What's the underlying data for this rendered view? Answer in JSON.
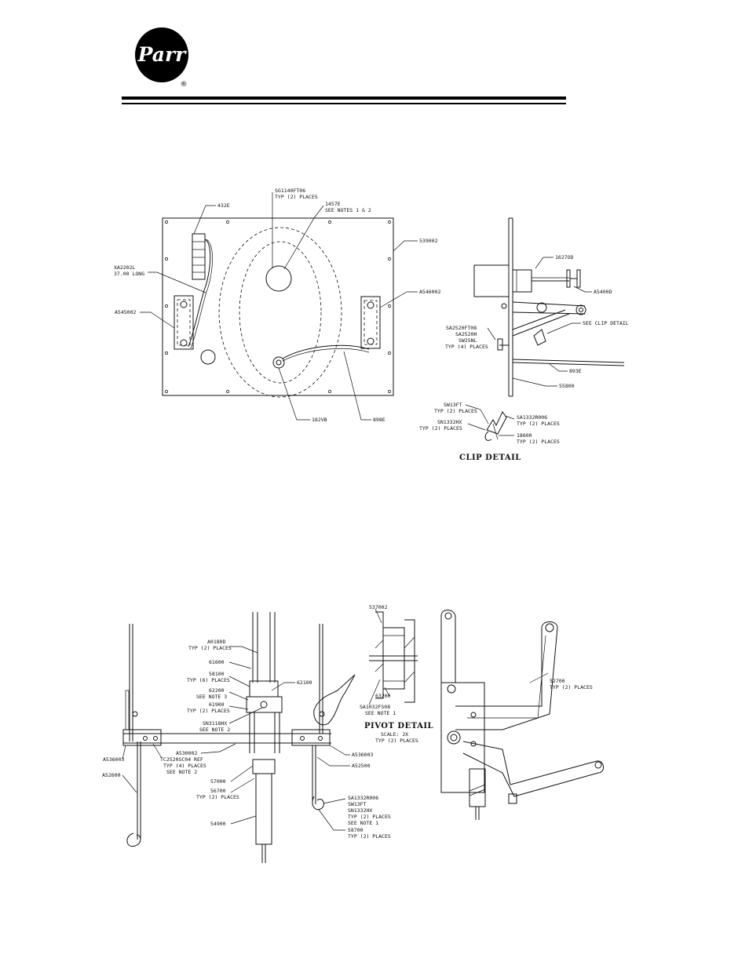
{
  "header": {
    "logo_text": "Parr",
    "logo_mark": "®"
  },
  "drawing_top": {
    "labels": {
      "l432e": "432E",
      "sg1140": "SG1140FT06",
      "sg1140b": "TYP (2) PLACES",
      "l1457e": "1457E",
      "l1457eb": "SEE NOTES 1 & 2",
      "l539002": "539002",
      "xa2202l": "XA2202L",
      "xa2202lb": "37.00 LONG",
      "a546002": "A546002",
      "a545002": "A545002",
      "l182vb": "182VB",
      "l898e": "898E",
      "l1627od": "1627OD",
      "a5400d": "A5400D",
      "see_clip": "SEE CLIP DETAIL",
      "sa2520ft08": "SA2520FT08",
      "sa2520h": "SA2520H",
      "sw25nl": "SW25NL",
      "typ4": "TYP (4) PLACES",
      "l893e": "893E",
      "l55800": "55800",
      "sw13ft": "SW13FT",
      "sw13ftb": "TYP (2) PLACES",
      "sn1332hx": "SN1332HX",
      "sn1332hxb": "TYP (2) PLACES",
      "sa1332r006": "SA1332R006",
      "sa1332r006b": "TYP (2) PLACES",
      "l18600": "18600",
      "l18600b": "TYP (2) PLACES",
      "clip_detail": "CLIP DETAIL"
    }
  },
  "drawing_bottom": {
    "labels": {
      "a0180d": "A0180D",
      "a0180db": "TYP (2) PLACES",
      "l61600": "61600",
      "l58100": "58100",
      "l58100b": "TYP (6) PLACES",
      "l62200": "62200",
      "l62200b": "SEE NOTE 3",
      "l61900": "61900",
      "l61900b": "TYP (2) PLACES",
      "sn3118hx": "SN3118HX",
      "sn3118hxb": "SEE NOTE 2",
      "l62100": "62100",
      "a530002": "A530002",
      "a536003l": "A536003",
      "tc2520": "TC2520SC04 REF",
      "tc2520b": "TYP (4) PLACES",
      "tc2520c": "SEE NOTE 2",
      "a52600": "A52600",
      "l57000": "57000",
      "l56700": "56700",
      "l56700b": "TYP (2) PLACES",
      "l54900": "54900",
      "a536003r": "A536003",
      "a52500": "A52500",
      "sa1332r006": "SA1332R006",
      "sw13ft": "SW13FT",
      "sn1332hx": "SN1332HX",
      "sn_typ": "TYP (2) PLACES",
      "sn_note": "SEE NOTE 1",
      "l58700": "58700",
      "l58700b": "TYP (2) PLACES",
      "l537002": "537002",
      "l63200": "63200",
      "sa1032": "SA1032FS08",
      "sa1032b": "SEE NOTE 1",
      "pivot": "PIVOT DETAIL",
      "pivot_scale": "SCALE: 2X",
      "pivot_typ": "TYP (2) PLACES",
      "l52700": "52700",
      "l52700b": "TYP (2) PLACES"
    }
  }
}
